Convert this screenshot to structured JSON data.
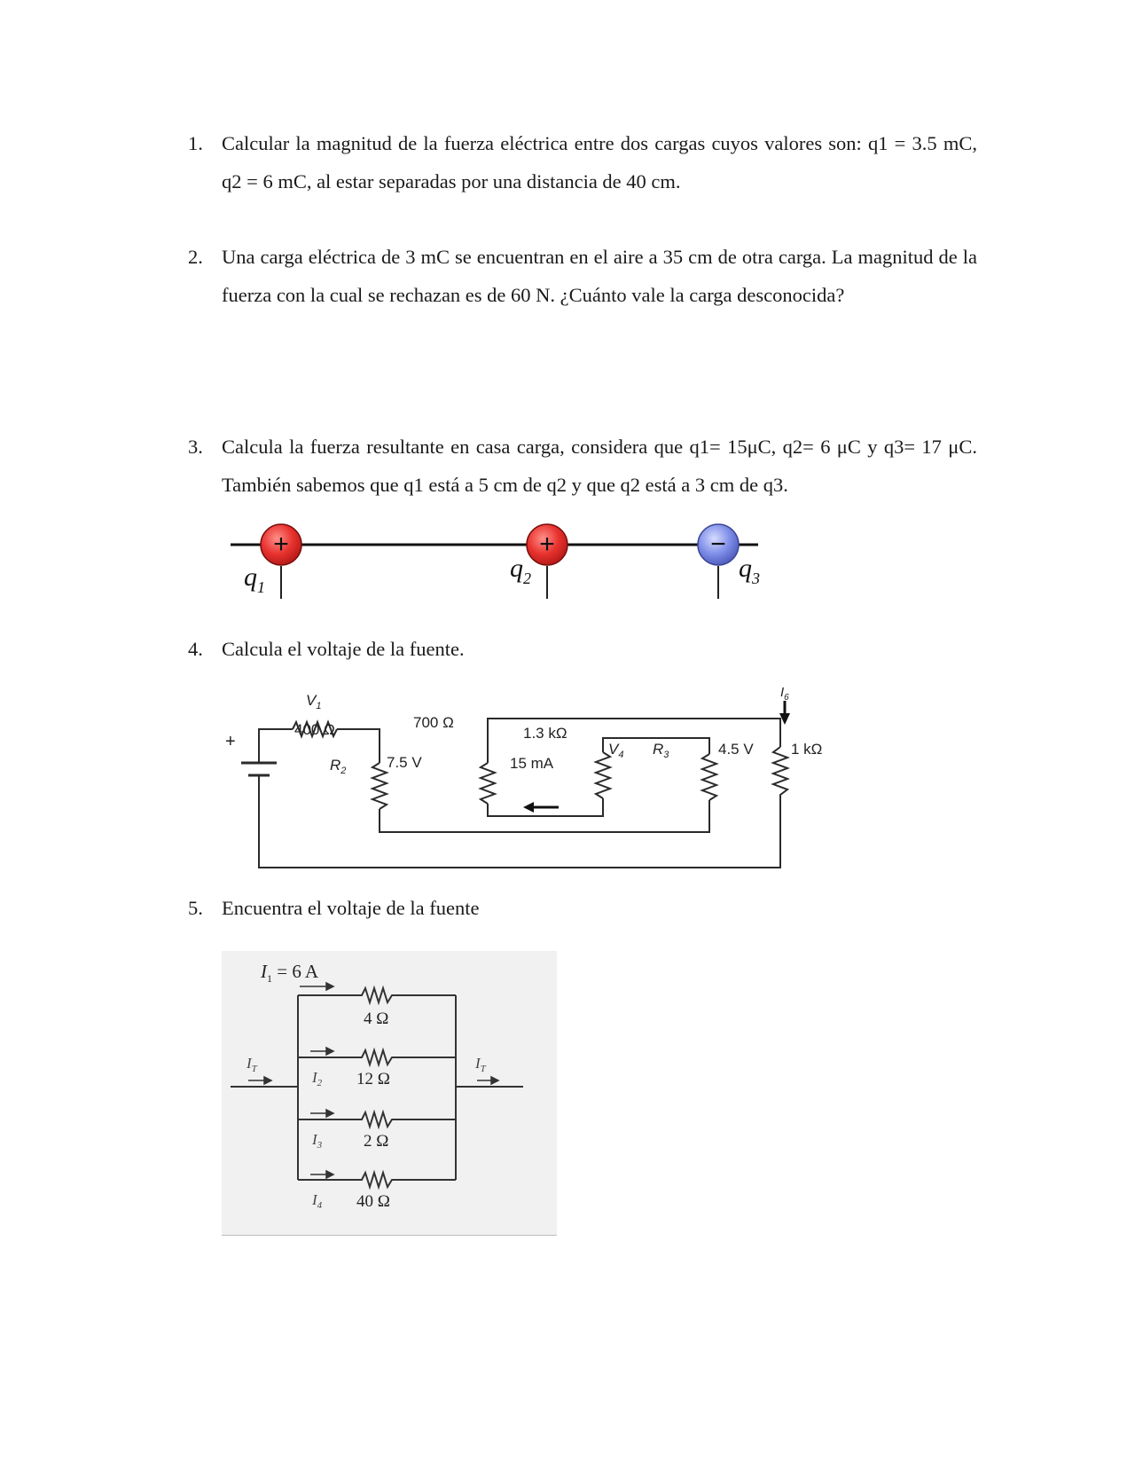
{
  "questions": [
    {
      "number": "1.",
      "text": "Calcular la magnitud de la fuerza eléctrica entre dos cargas cuyos valores son: q1 = 3.5 mC, q2 = 6 mC, al estar separadas por una distancia de 40 cm."
    },
    {
      "number": "2.",
      "text": "Una carga eléctrica de 3 mC se encuentran en el aire a 35 cm de otra carga. La magnitud de la fuerza con la cual se rechazan es de 60 N. ¿Cuánto vale la carga desconocida?"
    },
    {
      "number": "3.",
      "text": "Calcula la fuerza resultante en casa carga, considera que q1= 15μC, q2= 6 μC y q3= 17 μC. También sabemos que q1 está a 5 cm de q2 y que q2 está a 3 cm de q3."
    },
    {
      "number": "4.",
      "text": "Calcula el voltaje de la fuente."
    },
    {
      "number": "5.",
      "text": "Encuentra el voltaje de la fuente"
    }
  ],
  "charges_figure": {
    "q1": {
      "sign": "+",
      "label": "q",
      "sub": "1",
      "color": "#e8322f"
    },
    "q2": {
      "sign": "+",
      "label": "q",
      "sub": "2",
      "color": "#e8322f"
    },
    "q3": {
      "sign": "−",
      "label": "q",
      "sub": "3",
      "color": "#7f8ee8"
    }
  },
  "circuit_4": {
    "v1": "V",
    "v1_sub": "1",
    "r400": "400 Ω",
    "plus": "+",
    "r2": "R",
    "r2_sub": "2",
    "v75": "7.5 V",
    "r700": "700 Ω",
    "r13k": "1.3 kΩ",
    "i15": "15 mA",
    "v4": "V",
    "v4_sub": "4",
    "r3": "R",
    "r3_sub": "3",
    "v45": "4.5 V",
    "i6": "I",
    "i6_sub": "6",
    "r1k": "1 kΩ"
  },
  "circuit_5": {
    "i1_label": "I",
    "i1_sub": "1",
    "i1_value": " = 6 A",
    "r1": "4 Ω",
    "r2": "12 Ω",
    "r3": "2 Ω",
    "r4": "40 Ω",
    "it": "I",
    "it_sub": "T",
    "i2": "I",
    "i2_sub": "2",
    "i3": "I",
    "i3_sub": "3",
    "i4": "I",
    "i4_sub": "4"
  }
}
